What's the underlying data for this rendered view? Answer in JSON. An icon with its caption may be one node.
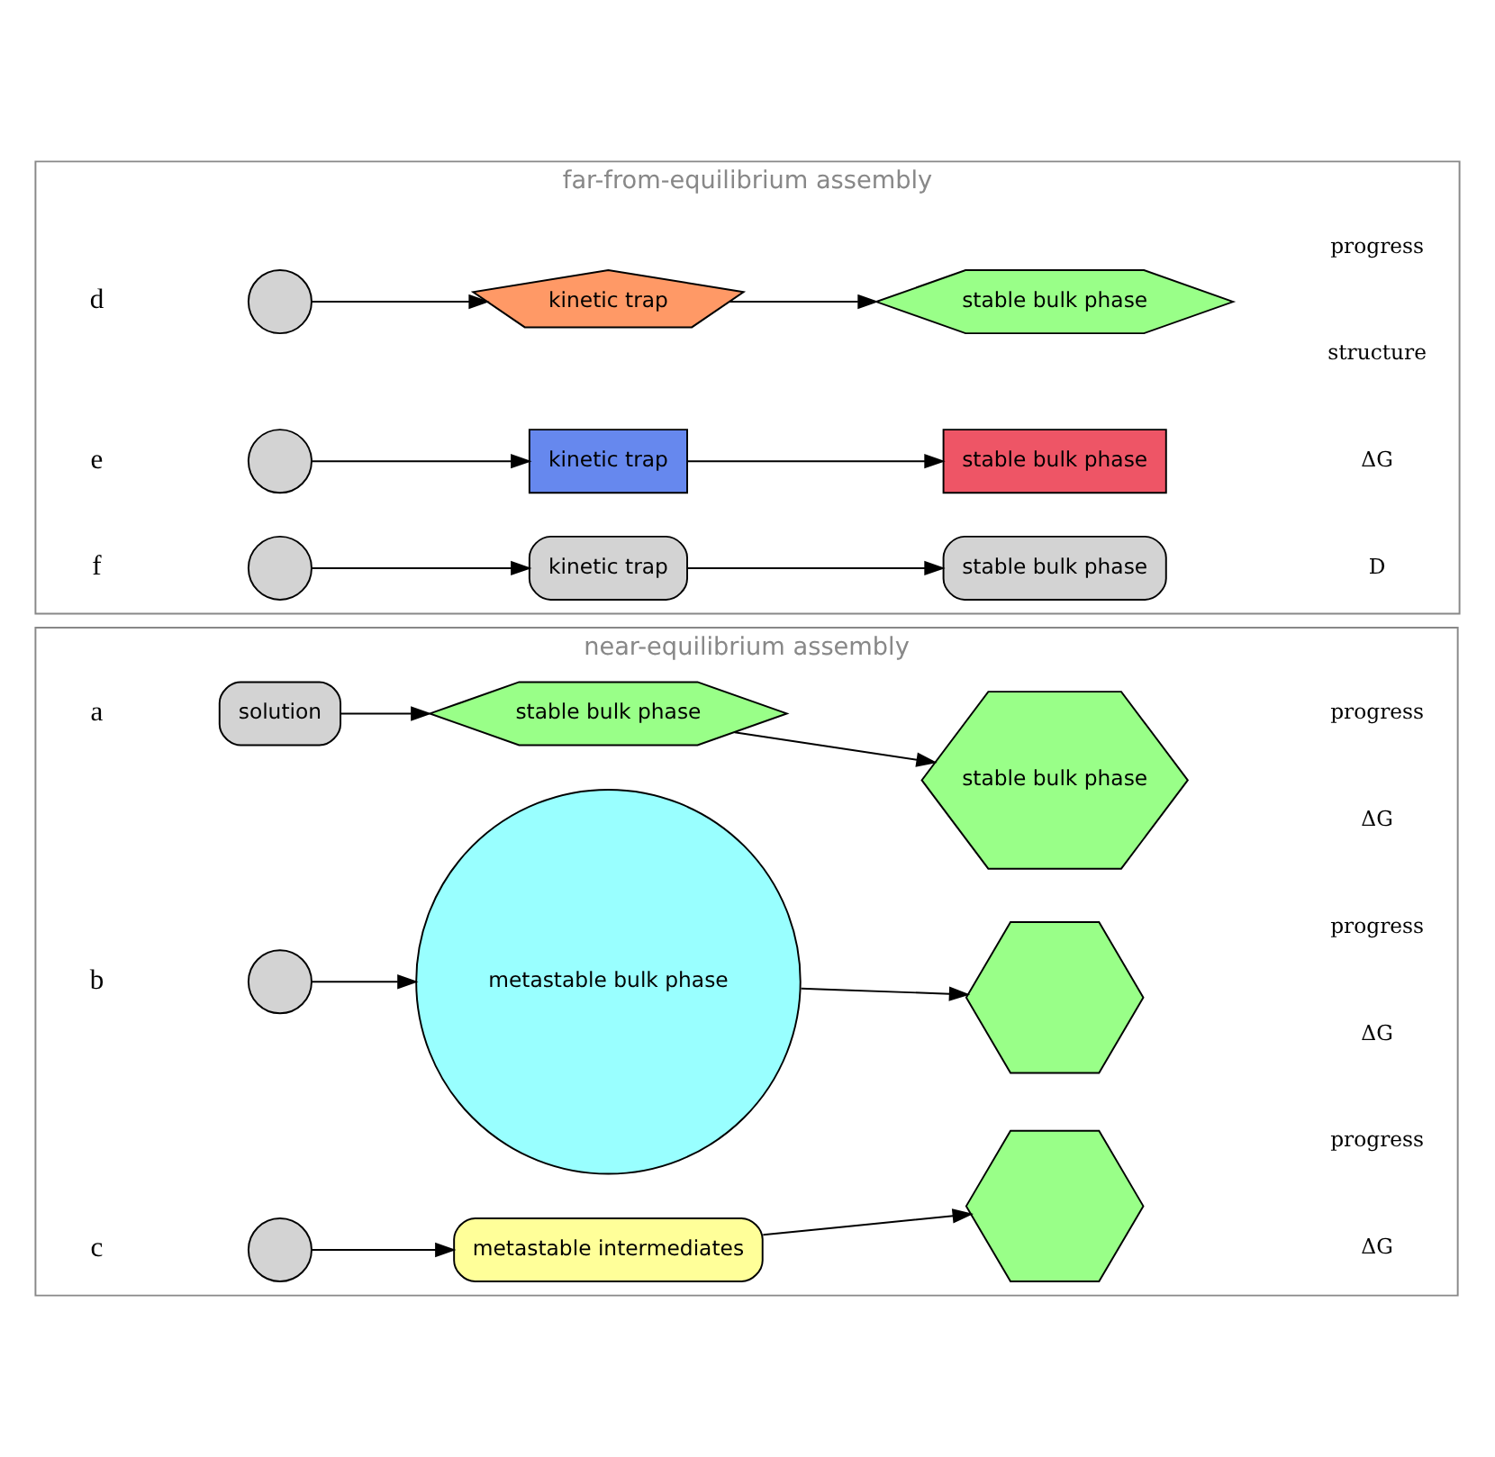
{
  "diagram": {
    "nodes": [
      {
        "text": [
          "near-equilibrium assembly"
        ]
      },
      {
        "text": [
          "solution"
        ],
        "in": 0
      },
      {
        "text": [
          "stable bulk phase"
        ],
        "in": 0
      },
      {
        "text": [
          "stable bulk phase"
        ],
        "in": 0
      },
      {
        "text": [],
        "shape": "circle",
        "in": 0
      },
      {
        "text": [
          "metastable bulk phase"
        ],
        "in": 0
      },
      {
        "text": [],
        "shape": "hexagon",
        "in": 0
      },
      {
        "text": [],
        "shape": "circle",
        "in": 0
      },
      {
        "text": [
          "metastable intermediates"
        ],
        "in": 0
      },
      {
        "text": [],
        "shape": "hexagon",
        "in": 0
      },
      {
        "text": [
          "far-from-equilibrium assembly"
        ]
      },
      {
        "text": [],
        "shape": "circle",
        "in": 10
      },
      {
        "text": [
          "kinetic trap"
        ],
        "in": 10
      },
      {
        "text": [
          "stable bulk phase"
        ],
        "in": 10
      },
      {
        "text": [],
        "shape": "circle",
        "in": 10
      },
      {
        "text": [
          "kinetic trap"
        ],
        "in": 10
      },
      {
        "text": [
          "stable bulk phase"
        ],
        "in": 10
      },
      {
        "text": [],
        "shape": "circle",
        "in": 10
      },
      {
        "text": [
          "kinetic trap"
        ],
        "in": 10
      },
      {
        "text": [
          "stable bulk phase"
        ],
        "in": 10
      }
    ],
    "edges": [
      {
        "from": 1,
        "to": 2,
        "arrow": "to"
      },
      {
        "from": 2,
        "to": 3,
        "arrow": "to"
      },
      {
        "from": 4,
        "to": 5,
        "arrow": "to"
      },
      {
        "from": 5,
        "to": 6,
        "arrow": "to"
      },
      {
        "from": 7,
        "to": 8,
        "arrow": "to"
      },
      {
        "from": 8,
        "to": 9,
        "arrow": "to"
      },
      {
        "from": 11,
        "to": 12,
        "arrow": "to"
      },
      {
        "from": 12,
        "to": 13,
        "arrow": "to"
      },
      {
        "from": 14,
        "to": 15,
        "arrow": "to"
      },
      {
        "from": 15,
        "to": 16,
        "arrow": "to"
      },
      {
        "from": 17,
        "to": 18,
        "arrow": "to"
      },
      {
        "from": 18,
        "to": 19,
        "arrow": "to"
      }
    ],
    "labels": [
      "a",
      "ΔG",
      "progress",
      "b",
      "ΔG",
      "progress",
      "c",
      "ΔG",
      "progress",
      "d",
      "e",
      "D",
      "ΔG",
      "structure",
      "progress",
      "f"
    ]
  }
}
